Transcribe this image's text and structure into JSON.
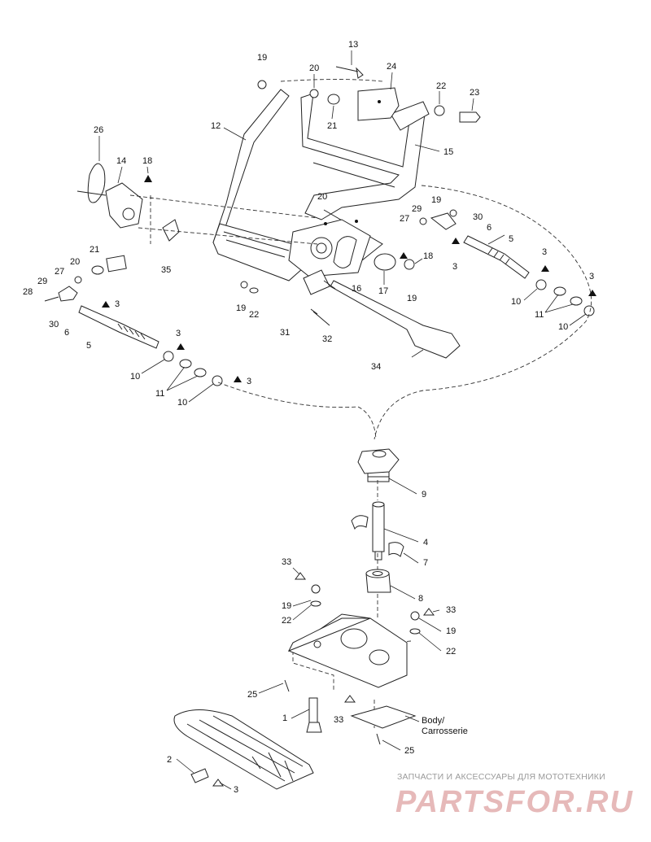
{
  "callouts": {
    "c1": "1",
    "c2": "2",
    "c3": "3",
    "c4": "4",
    "c5": "5",
    "c6": "6",
    "c7": "7",
    "c8": "8",
    "c9": "9",
    "c10": "10",
    "c11": "11",
    "c12": "12",
    "c13": "13",
    "c14": "14",
    "c15": "15",
    "c16": "16",
    "c17": "17",
    "c18": "18",
    "c19": "19",
    "c20": "20",
    "c21": "21",
    "c22": "22",
    "c23": "23",
    "c24": "24",
    "c25": "25",
    "c26": "26",
    "c27": "27",
    "c28": "28",
    "c29": "29",
    "c30": "30",
    "c31": "31",
    "c32": "32",
    "c33": "33",
    "c34": "34",
    "c35": "35"
  },
  "body_label_line1": "Body/",
  "body_label_line2": "Carrosserie",
  "watermark_top": "ЗАПЧАСТИ И АКСЕССУАРЫ ДЛЯ МОТОТЕХНИКИ",
  "watermark_brand": "PARTSFOR.RU"
}
